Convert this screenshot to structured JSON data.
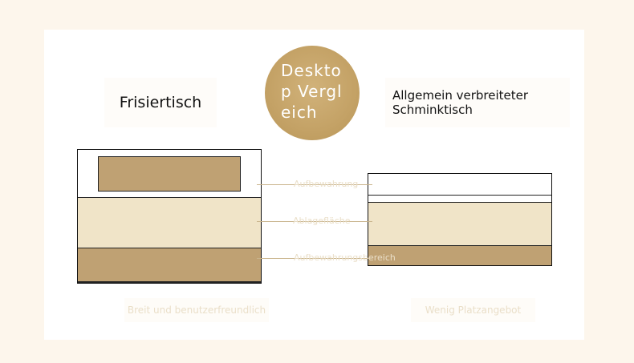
{
  "center_title": "Desktop Vergleich",
  "left": {
    "title": "Frisiertisch",
    "caption": "Breit und benutzerfreundlich"
  },
  "right": {
    "title": "Allgemein verbreiteter Schminktisch",
    "caption": "Wenig Platzangebot"
  },
  "connectors": [
    "Aufbewahrung",
    "Ablagefläche",
    "Aufbewahrungsbereich"
  ],
  "colors": {
    "gold": "#c4a266",
    "tan": "#bfa173",
    "cream": "#f0e4c8",
    "background": "#fdf6ec"
  }
}
